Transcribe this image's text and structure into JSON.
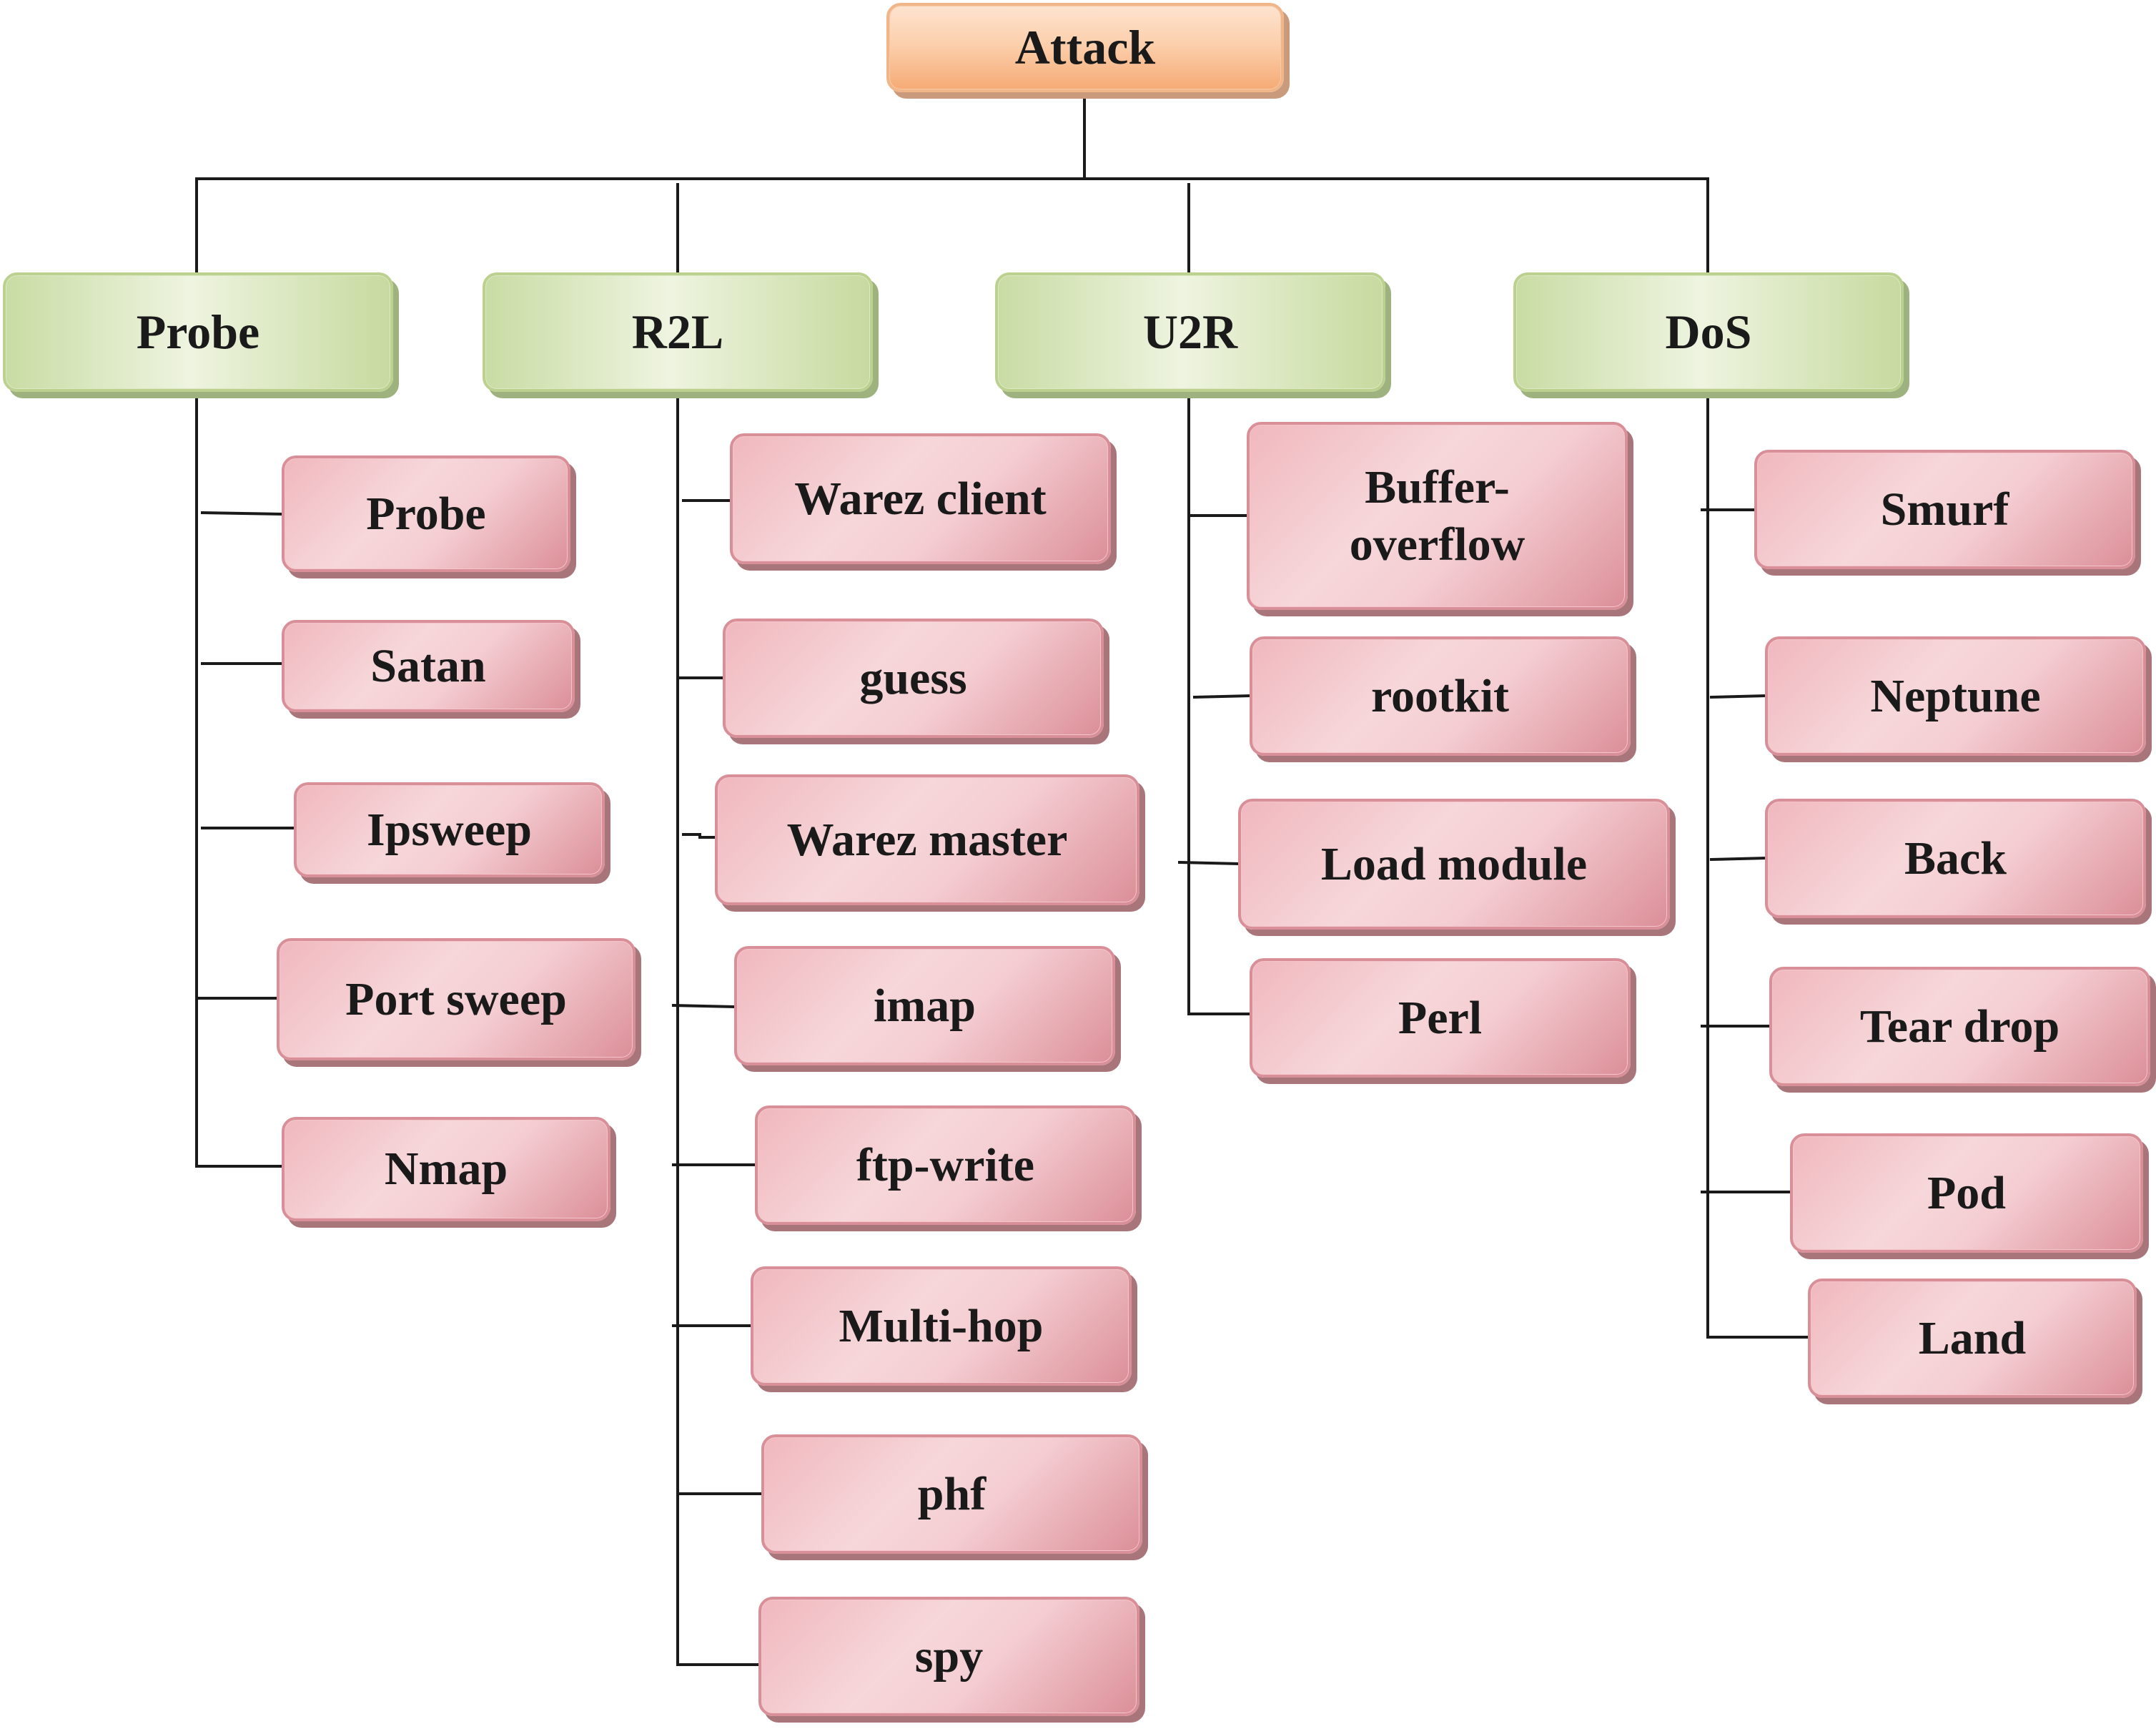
{
  "root": {
    "label": "Attack"
  },
  "categories": [
    {
      "label": "Probe",
      "children": [
        "Probe",
        "Satan",
        "Ipsweep",
        "Port sweep",
        "Nmap"
      ]
    },
    {
      "label": "R2L",
      "children": [
        "Warez client",
        "guess",
        "Warez master",
        "imap",
        "ftp-write",
        "Multi-hop",
        "phf",
        "spy"
      ]
    },
    {
      "label": "U2R",
      "children": [
        "Buffer-\noverflow",
        "rootkit",
        "Load module",
        "Perl"
      ]
    },
    {
      "label": "DoS",
      "children": [
        "Smurf",
        "Neptune",
        "Back",
        "Tear drop",
        "Pod",
        "Land"
      ]
    }
  ],
  "colors": {
    "root_fill": "#fcd0ad",
    "category_fill": "#e4eed0",
    "leaf_fill": "#f4cdd2",
    "line": "#1a1a1a"
  }
}
